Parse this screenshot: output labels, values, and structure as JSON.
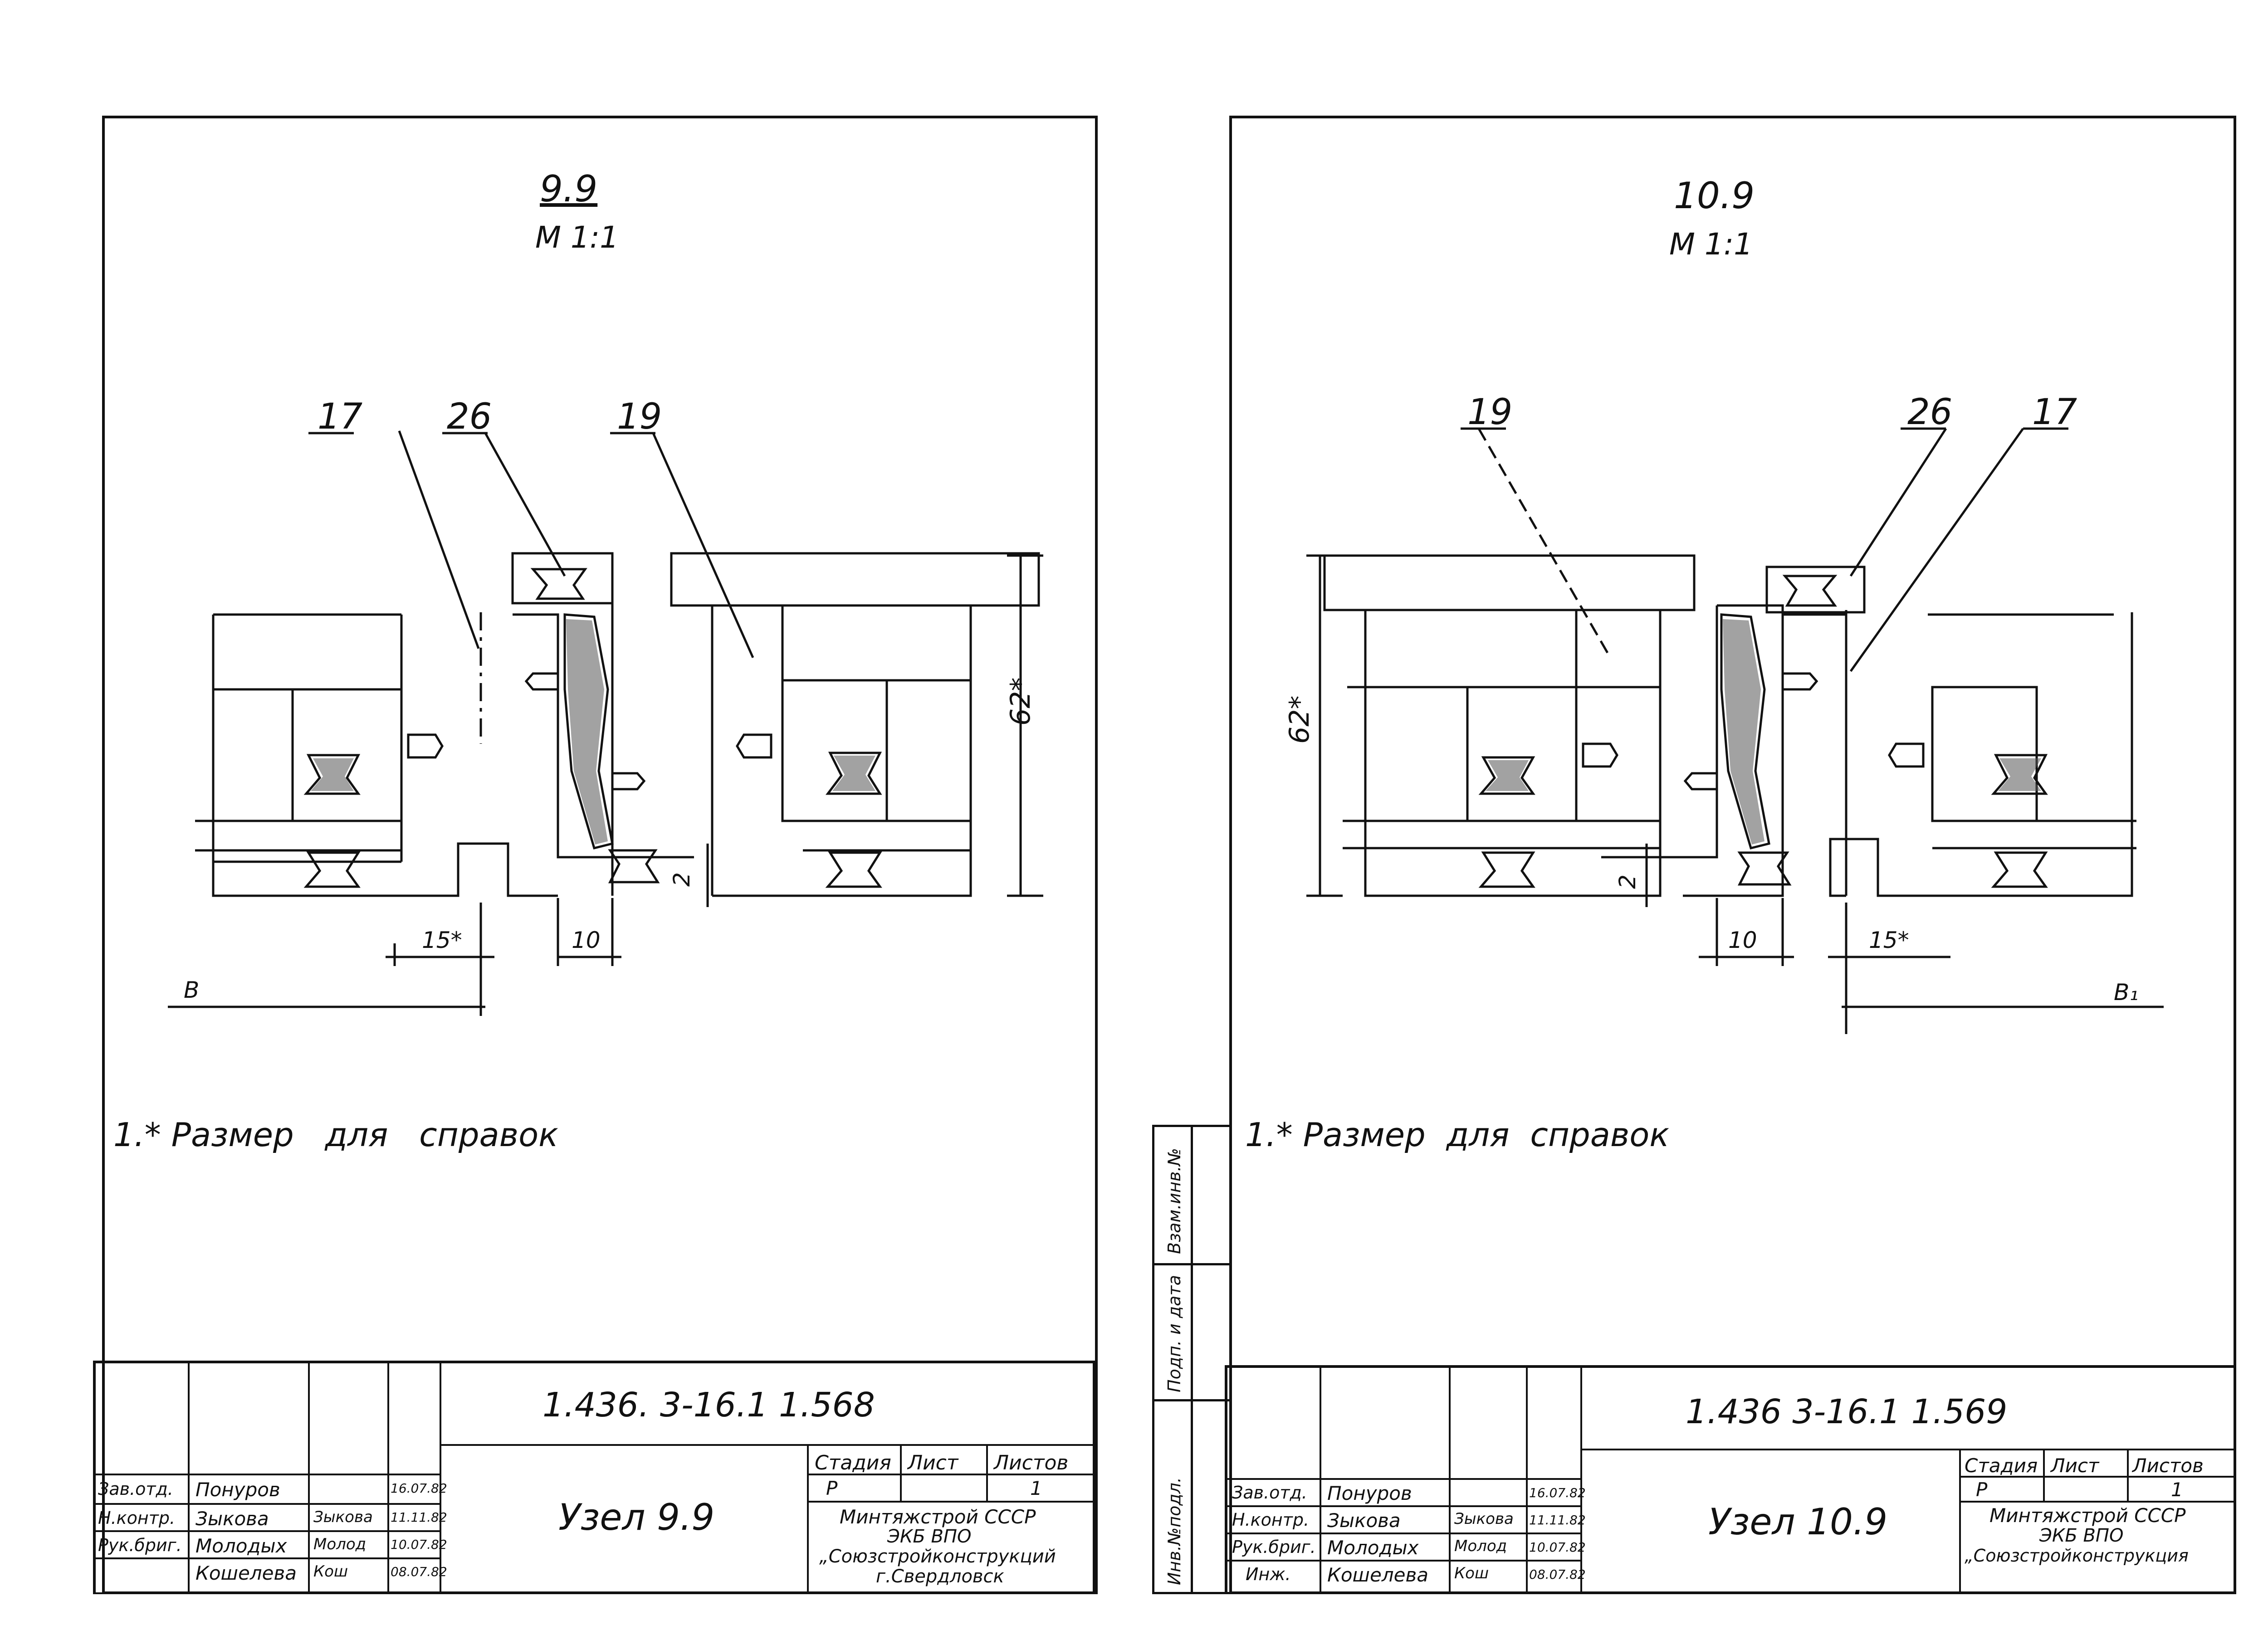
{
  "left_sheet": {
    "section_num": "9.9",
    "scale": "М 1:1",
    "callouts": [
      "17",
      "26",
      "19"
    ],
    "dims": {
      "height": "62*",
      "gap": "2",
      "width_a": "15*",
      "width_b": "10",
      "ref": "В"
    },
    "note": "1.* Размер   для   справок",
    "title_block": {
      "doc_number": "1.436. 3-16.1  1.568",
      "title": "Узел 9.9",
      "stage_hdr": "Стадия",
      "sheet_hdr": "Лист",
      "sheets_hdr": "Листов",
      "stage": "Р",
      "sheets_total": "1",
      "org1": "Минтяжстрой СССР",
      "org2": "ЭКБ ВПО",
      "org3": "„Союзстройконструкций",
      "org4": "г.Свердловск",
      "roles": [
        "Зав.отд.",
        "Н.контр.",
        "Рук.бриг.",
        ""
      ],
      "names": [
        "Понуров",
        "Зыкова",
        "Молодых",
        "Кошелева"
      ],
      "signs": [
        "",
        "Зыкова",
        "Молод",
        "Кош"
      ],
      "dates": [
        "16.07.82",
        "11.11.82",
        "10.07.82",
        "08.07.82"
      ]
    }
  },
  "right_sheet": {
    "section_num": "10.9",
    "scale": "М 1:1",
    "callouts": [
      "19",
      "26",
      "17"
    ],
    "dims": {
      "height": "62*",
      "gap": "2",
      "width_a": "10",
      "width_b": "15*",
      "ref": "В₁"
    },
    "note": "1.* Размер  для  справок",
    "side_labels": [
      "Взам.инв.№",
      "Подп. и дата",
      "Инв.№подл."
    ],
    "title_block": {
      "doc_number": "1.436 3-16.1  1.569",
      "title": "Узел 10.9",
      "stage_hdr": "Стадия",
      "sheet_hdr": "Лист",
      "sheets_hdr": "Листов",
      "stage": "Р",
      "sheets_total": "1",
      "org1": "Минтяжстрой СССР",
      "org2": "ЭКБ ВПО",
      "org3": "„Союзстройконструкция",
      "roles": [
        "Зав.отд.",
        "Н.контр.",
        "Рук.бриг.",
        "Инж."
      ],
      "names": [
        "Понуров",
        "Зыкова",
        "Молодых",
        "Кошелева"
      ],
      "signs": [
        "",
        "Зыкова",
        "Молод",
        "Кош"
      ],
      "dates": [
        "16.07.82",
        "11.11.82",
        "10.07.82",
        "08.07.82"
      ]
    }
  }
}
